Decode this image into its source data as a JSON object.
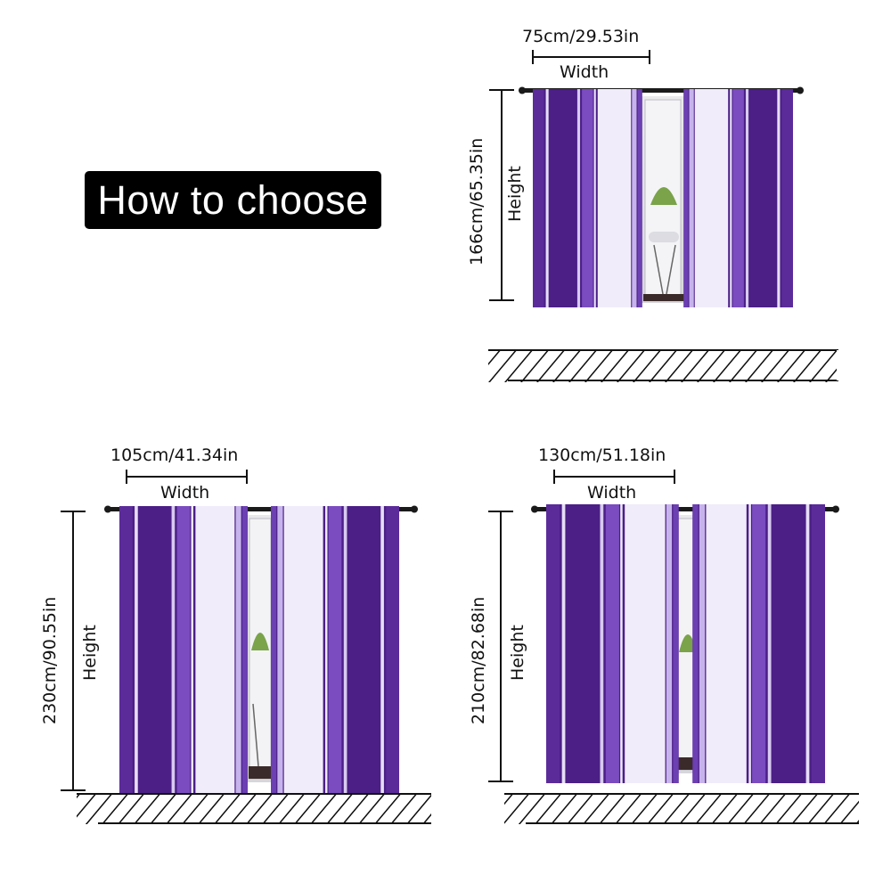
{
  "title": "How to choose",
  "colors": {
    "purple_dark": "#4b1f86",
    "purple_mid": "#7a4cc0",
    "lavender": "#b49ae0",
    "pale": "#ece6f7",
    "rod": "#1a1a1a"
  },
  "icons": [
    "snowflake-icon",
    "floor-hatch"
  ],
  "sizes": [
    {
      "id": "small",
      "width_text": "75cm/29.53in",
      "width_word": "Width",
      "height_text": "166cm/65.35in",
      "height_word": "Height"
    },
    {
      "id": "large",
      "width_text": "105cm/41.34in",
      "width_word": "Width",
      "height_text": "230cm/90.55in",
      "height_word": "Height"
    },
    {
      "id": "medium",
      "width_text": "130cm/51.18in",
      "width_word": "Width",
      "height_text": "210cm/82.68in",
      "height_word": "Height"
    }
  ]
}
